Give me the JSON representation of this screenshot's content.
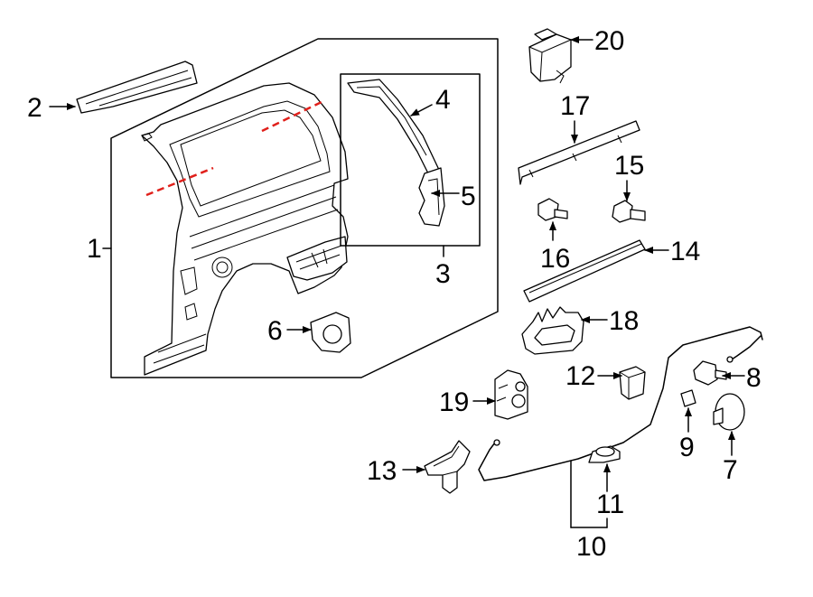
{
  "diagram": {
    "callouts": [
      {
        "id": "1",
        "label": "1"
      },
      {
        "id": "2",
        "label": "2"
      },
      {
        "id": "3",
        "label": "3"
      },
      {
        "id": "4",
        "label": "4"
      },
      {
        "id": "5",
        "label": "5"
      },
      {
        "id": "6",
        "label": "6"
      },
      {
        "id": "7",
        "label": "7"
      },
      {
        "id": "8",
        "label": "8"
      },
      {
        "id": "9",
        "label": "9"
      },
      {
        "id": "10",
        "label": "10"
      },
      {
        "id": "11",
        "label": "11"
      },
      {
        "id": "12",
        "label": "12"
      },
      {
        "id": "13",
        "label": "13"
      },
      {
        "id": "14",
        "label": "14"
      },
      {
        "id": "15",
        "label": "15"
      },
      {
        "id": "16",
        "label": "16"
      },
      {
        "id": "17",
        "label": "17"
      },
      {
        "id": "18",
        "label": "18"
      },
      {
        "id": "19",
        "label": "19"
      },
      {
        "id": "20",
        "label": "20"
      }
    ],
    "colors": {
      "line": "#000000",
      "background": "#ffffff",
      "cut_line": "#e0201b"
    }
  }
}
